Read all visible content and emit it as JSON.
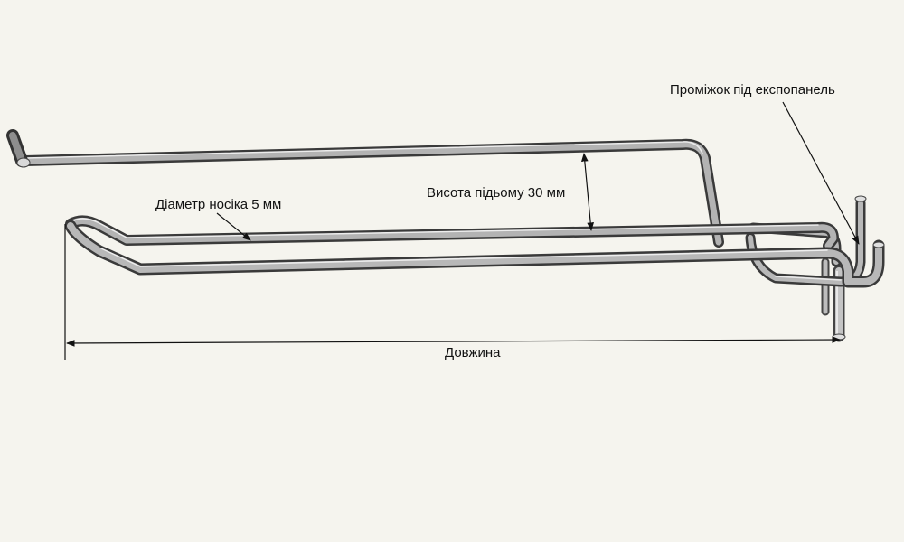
{
  "diagram": {
    "background_color": "#f5f4ee",
    "metal_color": "#9a9a9a",
    "labels": {
      "gap": "Проміжок під експопанель",
      "lift_height": "Висота підьому 30 мм",
      "tip_diameter": "Діаметр носіка 5 мм",
      "length": "Довжина"
    }
  }
}
